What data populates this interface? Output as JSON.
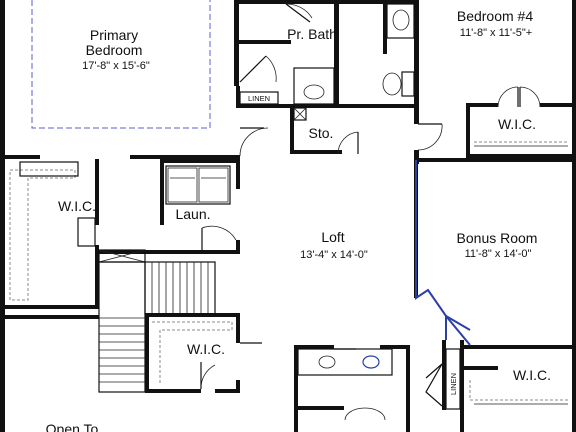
{
  "plan": {
    "colors": {
      "wall": "#111111",
      "accent_wall": "#2a3fa8",
      "ceiling_dash": "#5f5fd0",
      "counter": "#8a8a8a"
    },
    "rooms": {
      "primary_bedroom": {
        "name_line1": "Primary",
        "name_line2": "Bedroom",
        "dims": "17'-8\" x 15'-6\""
      },
      "pr_bath": {
        "name": "Pr. Bath"
      },
      "bedroom4": {
        "name": "Bedroom #4",
        "dims": "11'-8\" x 11'-5\"+"
      },
      "wic_top_right": {
        "name": "W.I.C."
      },
      "storage": {
        "name": "Sto."
      },
      "wic_left": {
        "name": "W.I.C."
      },
      "laundry": {
        "name": "Laun."
      },
      "loft": {
        "name": "Loft",
        "dims": "13'-4\" x 14'-0\""
      },
      "bonus_room": {
        "name": "Bonus Room",
        "dims": "11'-8\" x 14'-0\""
      },
      "wic_center": {
        "name": "W.I.C."
      },
      "wic_bottom_right": {
        "name": "W.I.C."
      },
      "open_to": {
        "name": "Open To"
      }
    },
    "labels": {
      "linen_bath": "LINEN",
      "linen_hall": "LINEN"
    }
  }
}
